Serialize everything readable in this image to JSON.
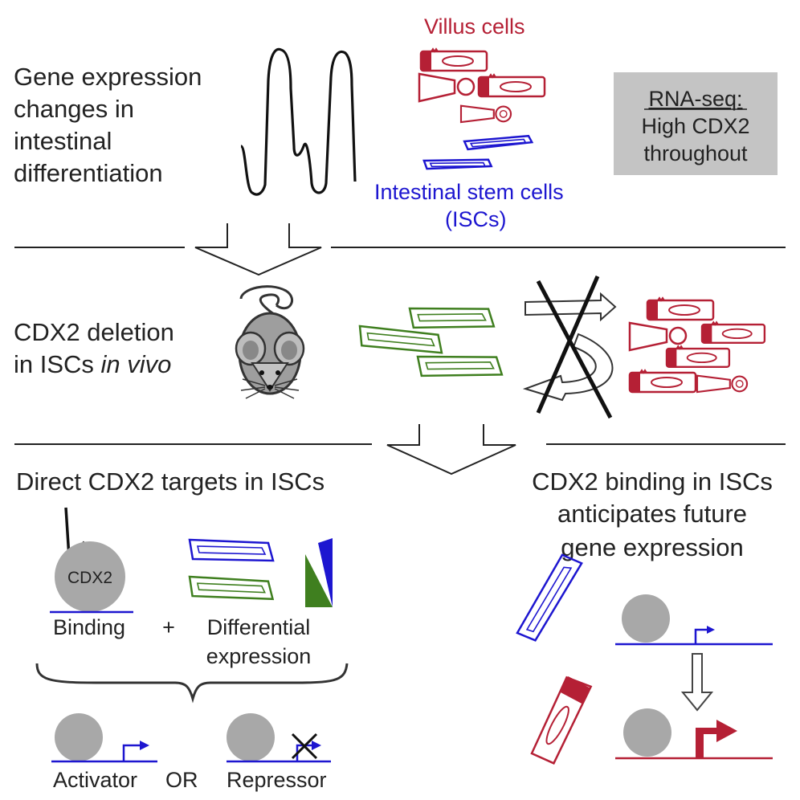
{
  "colors": {
    "villus": "#b52035",
    "stem": "#1d16d0",
    "deleted": "#3f7f1f",
    "ink": "#222222",
    "circle": "#a8a8a8",
    "box": "#c4c4c4"
  },
  "top": {
    "heading": [
      "Gene expression",
      "changes in",
      "intestinal",
      "differentiation"
    ],
    "villus_label": "Villus cells",
    "stem_label": [
      "Intestinal stem cells",
      "(ISCs)"
    ],
    "rnaseq_box": {
      "title": "RNA-seq:",
      "lines": [
        "High CDX2",
        "throughout"
      ]
    }
  },
  "middle": {
    "heading_line1": "CDX2 deletion",
    "heading_line2_prefix": "in ISCs ",
    "heading_line2_italic": "in vivo",
    "mouse_icon": "mouse-icon"
  },
  "bottom_left": {
    "heading": "Direct CDX2 targets in ISCs",
    "circle_label": "CDX2",
    "binding_label": "Binding",
    "plus": "+",
    "diff_label": [
      "Differential",
      "expression"
    ],
    "activator_label": "Activator",
    "or_label": "OR",
    "repressor_label": "Repressor"
  },
  "bottom_right": {
    "heading": [
      "CDX2 binding in ISCs",
      "anticipates future",
      "gene expression"
    ]
  }
}
